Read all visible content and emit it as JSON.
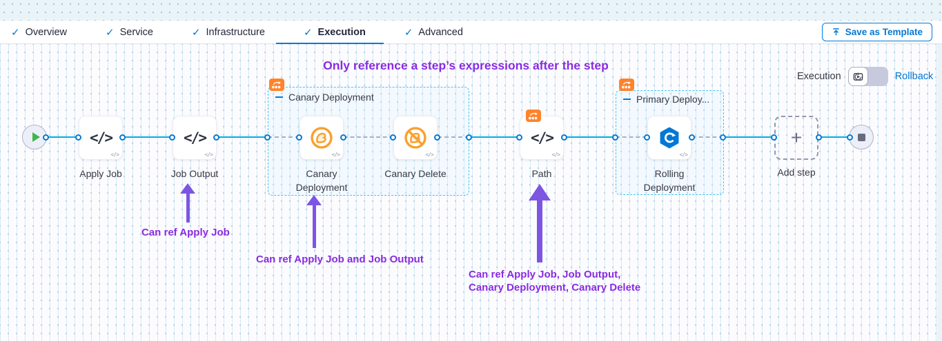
{
  "tabs": {
    "items": [
      {
        "label": "Overview"
      },
      {
        "label": "Service"
      },
      {
        "label": "Infrastructure"
      },
      {
        "label": "Execution"
      },
      {
        "label": "Advanced"
      }
    ],
    "active": "Execution",
    "save_as_template_label": "Save as Template"
  },
  "mode_toggle": {
    "execution_label": "Execution",
    "rollback_label": "Rollback"
  },
  "pipeline": {
    "steps": [
      {
        "label": "Apply Job",
        "icon": "code-icon"
      },
      {
        "label": "Job Output",
        "icon": "code-icon"
      },
      {
        "label": "Canary Deployment",
        "icon": "canary-icon"
      },
      {
        "label": "Canary Delete",
        "icon": "canary-delete-icon"
      },
      {
        "label": "Path",
        "icon": "code-icon"
      },
      {
        "label": "Rolling Deployment",
        "icon": "rolling-deploy-icon"
      }
    ],
    "groups": [
      {
        "label": "Canary Deployment"
      },
      {
        "label": "Primary Deploy..."
      }
    ],
    "add_step_label": "Add step"
  },
  "annotations": {
    "heading": "Only reference a step’s expressions after the step",
    "note1": "Can ref Apply Job",
    "note2": "Can ref Apply Job and Job Output",
    "note3_line1": "Can ref Apply Job, Job Output,",
    "note3_line2": "Canary Deployment, Canary Delete"
  },
  "icons": {
    "check": "✓",
    "code": "</>",
    "plus": "+"
  },
  "colors": {
    "accent_blue": "#0278D5",
    "connector_cyan": "#00ADE4",
    "annotation_purple": "#8A2BE0",
    "badge_orange": "#FF832B",
    "canary_orange": "#F9A12E"
  }
}
